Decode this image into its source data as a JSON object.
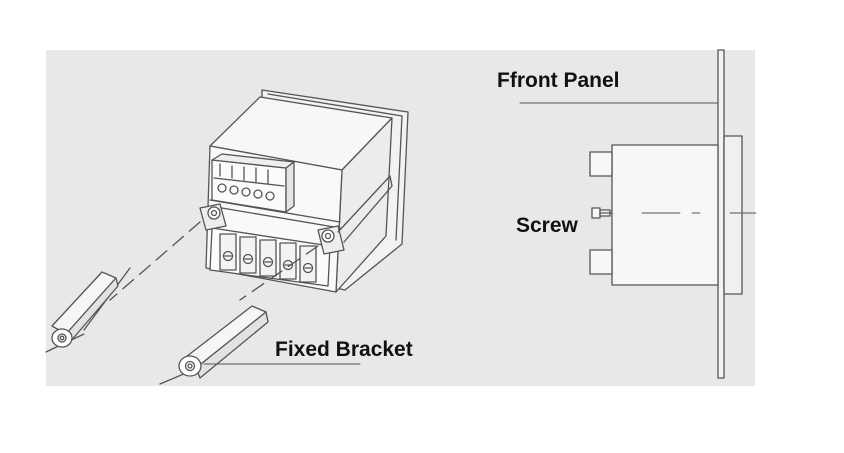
{
  "diagram": {
    "labels": {
      "front_panel": "Ffront Panel",
      "screw": "Screw",
      "fixed_bracket": "Fixed Bracket"
    },
    "colors": {
      "panel_background": "#e8e8e8",
      "line": "#555555",
      "label_text": "#111111"
    }
  }
}
